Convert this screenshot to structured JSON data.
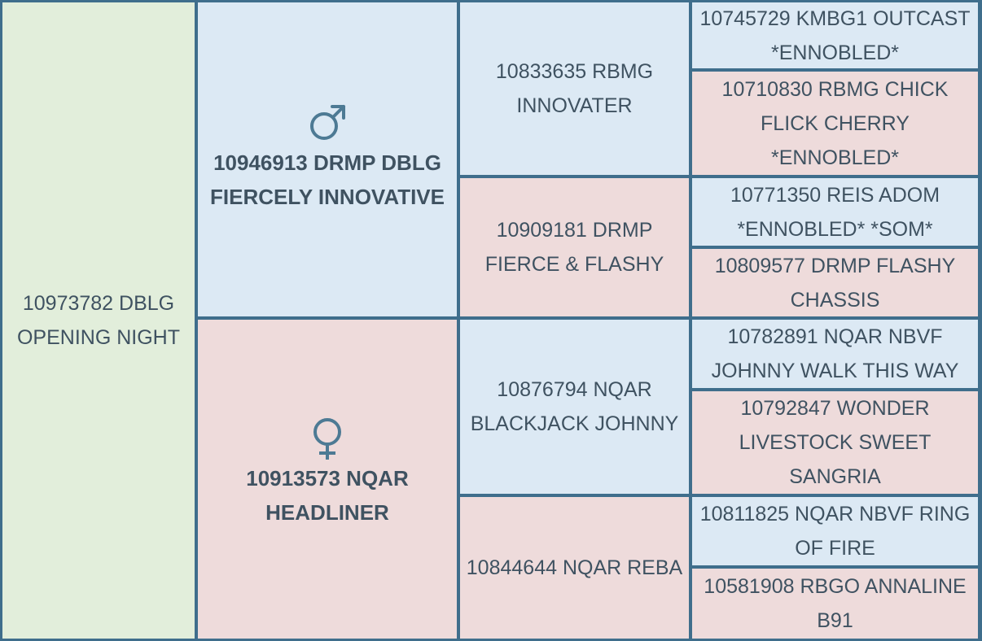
{
  "subject": {
    "name": "10973782 DBLG OPENING NIGHT"
  },
  "sire": {
    "name": "10946913 DRMP DBLG FIERCELY INNOVATIVE",
    "icon": "male-symbol-icon",
    "sire": {
      "name": "10833635 RBMG INNOVATER",
      "sire": {
        "name": "10745729 KMBG1 OUTCAST *ENNOBLED*"
      },
      "dam": {
        "name": "10710830 RBMG CHICK FLICK CHERRY *ENNOBLED*"
      }
    },
    "dam": {
      "name": "10909181 DRMP FIERCE & FLASHY",
      "sire": {
        "name": "10771350 REIS ADOM *ENNOBLED* *SOM*"
      },
      "dam": {
        "name": "10809577 DRMP FLASHY CHASSIS"
      }
    }
  },
  "dam": {
    "name": "10913573 NQAR HEADLINER",
    "icon": "female-symbol-icon",
    "sire": {
      "name": "10876794 NQAR BLACKJACK JOHNNY",
      "sire": {
        "name": "10782891 NQAR NBVF JOHNNY WALK THIS WAY"
      },
      "dam": {
        "name": "10792847 WONDER LIVESTOCK SWEET SANGRIA"
      }
    },
    "dam": {
      "name": "10844644 NQAR REBA",
      "sire": {
        "name": "10811825 NQAR NBVF RING OF FIRE"
      },
      "dam": {
        "name": "10581908 RBGO ANNALINE B91"
      }
    }
  },
  "colors": {
    "border": "#3f6e8c",
    "subject": "#e2eedb",
    "male": "#dce9f4",
    "female": "#eedbdb",
    "text": "#3f5261",
    "icon": "#4d7a94"
  }
}
